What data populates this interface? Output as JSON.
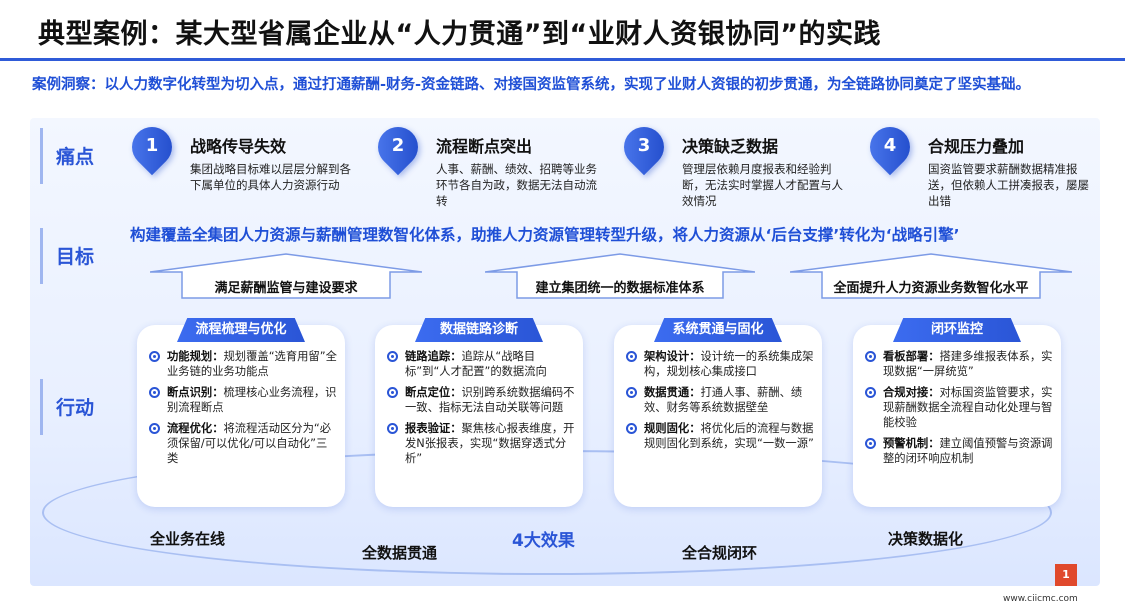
{
  "title": "典型案例：某大型省属企业从“人力贯通”到“业财人资银协同”的实践",
  "insight": "案例洞察：以人力数字化转型为切入点，通过打通薪酬-财务-资金链路、对接国资监管系统，实现了业财人资银的初步贯通，为全链路协同奠定了坚实基础。",
  "rows": {
    "pain": "痛点",
    "goal": "目标",
    "action": "行动"
  },
  "pains": [
    {
      "num": "1",
      "title": "战略传导失效",
      "desc": "集团战略目标难以层层分解到各下属单位的具体人力资源行动"
    },
    {
      "num": "2",
      "title": "流程断点突出",
      "desc": "人事、薪酬、绩效、招聘等业务环节各自为政，数据无法自动流转"
    },
    {
      "num": "3",
      "title": "决策缺乏数据",
      "desc": "管理层依赖月度报表和经验判断，无法实时掌握人才配置与人效情况"
    },
    {
      "num": "4",
      "title": "合规压力叠加",
      "desc": "国资监管要求薪酬数据精准报送，但依赖人工拼凑报表，屡屡出错"
    }
  ],
  "goal_main": "构建覆盖全集团人力资源与薪酬管理数智化体系，助推人力资源管理转型升级，将人力资源从‘后台支撑’转化为‘战略引擎’",
  "goal_arrows": [
    "满足薪酬监管与建设要求",
    "建立集团统一的数据标准体系",
    "全面提升人力资源业务数智化水平"
  ],
  "actions": [
    {
      "tag": "流程梳理与优化",
      "items": [
        {
          "k": "功能规划：",
          "v": "规划覆盖“选育用留”全业务链的业务功能点"
        },
        {
          "k": "断点识别：",
          "v": "梳理核心业务流程，识别流程断点"
        },
        {
          "k": "流程优化：",
          "v": "将流程活动区分为“必须保留/可以优化/可以自动化”三类"
        }
      ]
    },
    {
      "tag": "数据链路诊断",
      "items": [
        {
          "k": "链路追踪：",
          "v": "追踪从“战略目标”到“人才配置”的数据流向"
        },
        {
          "k": "断点定位：",
          "v": "识别跨系统数据编码不一致、指标无法自动关联等问题"
        },
        {
          "k": "报表验证：",
          "v": "聚焦核心报表维度，开发N张报表，实现“数据穿透式分析”"
        }
      ]
    },
    {
      "tag": "系统贯通与固化",
      "items": [
        {
          "k": "架构设计：",
          "v": "设计统一的系统集成架构，规划核心集成接口"
        },
        {
          "k": "数据贯通：",
          "v": "打通人事、薪酬、绩效、财务等系统数据壁垒"
        },
        {
          "k": "规则固化：",
          "v": "将优化后的流程与数据规则固化到系统，实现“一数一源”"
        }
      ]
    },
    {
      "tag": "闭环监控",
      "items": [
        {
          "k": "看板部署：",
          "v": "搭建多维报表体系，实现数据“一屏统览”"
        },
        {
          "k": "合规对接：",
          "v": "对标国资监管要求，实现薪酬数据全流程自动化处理与智能校验"
        },
        {
          "k": "预警机制：",
          "v": "建立阈值预警与资源调整的闭环响应机制"
        }
      ]
    }
  ],
  "effects": [
    "全业务在线",
    "全数据贯通",
    "全合规闭环",
    "决策数据化"
  ],
  "effects_center": "4大效果",
  "page_number": "1",
  "site": "www.ciicmc.com",
  "colors": {
    "accent": "#2a55d6",
    "page_badge": "#e0492c"
  }
}
